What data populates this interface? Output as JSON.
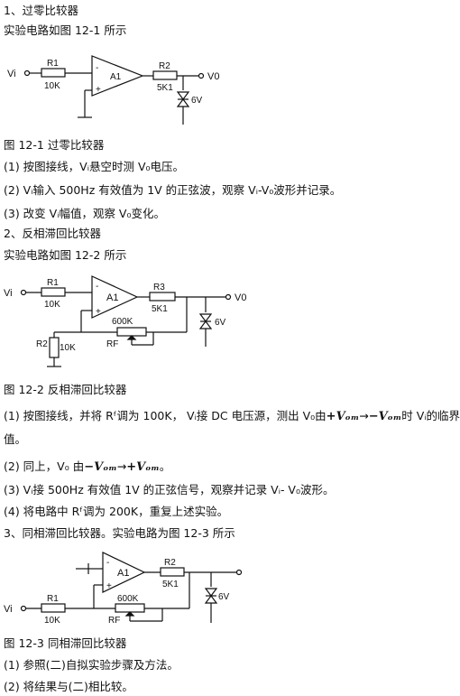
{
  "doc": {
    "s1_heading": "1、过零比较器",
    "s1_intro": "实验电路如图 12-1 所示",
    "fig1_caption": "图 12-1 过零比较器",
    "s1_step1": "(1) 按图接线，Vᵢ悬空时测 V₀电压。",
    "s1_step2": "(2) Vᵢ输入 500Hz 有效值为 1V 的正弦波，观察 Vᵢ-V₀波形并记录。",
    "s1_step3": "(3) 改变 Vᵢ幅值，观察 V₀变化。",
    "s2_heading": "2、反相滞回比较器",
    "s2_intro": "实验电路如图 12-2 所示",
    "fig2_caption": "图 12-2 反相滞回比较器",
    "s2_step1a": "(1) 按图接线，并将 Rᶠ调为 100K， Vᵢ接 DC 电压源，测出 V₀由",
    "s2_step1b": "时 Vᵢ的临界",
    "s2_step1c": "值。",
    "s2_step2a": "(2) 同上，V₀ 由",
    "s2_step2b": "。",
    "s2_step3": "(3) Vᵢ接 500Hz 有效值 1V 的正弦信号，观察并记录 Vᵢ- V₀波形。",
    "s2_step4": "(4) 将电路中 Rᶠ调为 200K，重复上述实验。",
    "s3_heading": "3、同相滞回比较器。实验电路为图 12-3 所示",
    "fig3_caption": "图 12-3 同相滞回比较器",
    "s3_step1": "(1) 参照(二)自拟实验步骤及方法。",
    "s3_step2": "(2) 将结果与(二)相比较。"
  },
  "formula": {
    "plus_vom": "+Vₒₘ",
    "minus_vom": "−Vₒₘ",
    "arrow": "→"
  },
  "fig1": {
    "vi": "Vi",
    "r1": "R1",
    "r1_val": "10K",
    "opamp": "A1",
    "minus": "-",
    "plus": "+",
    "r2": "R2",
    "r2_val": "5K1",
    "vo": "V0",
    "zener": "6V"
  },
  "fig2": {
    "vi": "Vi",
    "r1": "R1",
    "r1_val": "10K",
    "opamp": "A1",
    "minus": "-",
    "plus": "+",
    "r3": "R3",
    "r3_val": "5K1",
    "vo": "V0",
    "zener": "6V",
    "r2": "R2",
    "r2_val": "10K",
    "rf": "RF",
    "rf_val": "600K"
  },
  "fig3": {
    "vi": "Vi",
    "r1": "R1",
    "r1_val": "10K",
    "opamp": "A1",
    "minus": "-",
    "plus": "+",
    "r2": "R2",
    "r2_val": "5K1",
    "zener": "6V",
    "rf": "RF",
    "rf_val": "600K"
  }
}
